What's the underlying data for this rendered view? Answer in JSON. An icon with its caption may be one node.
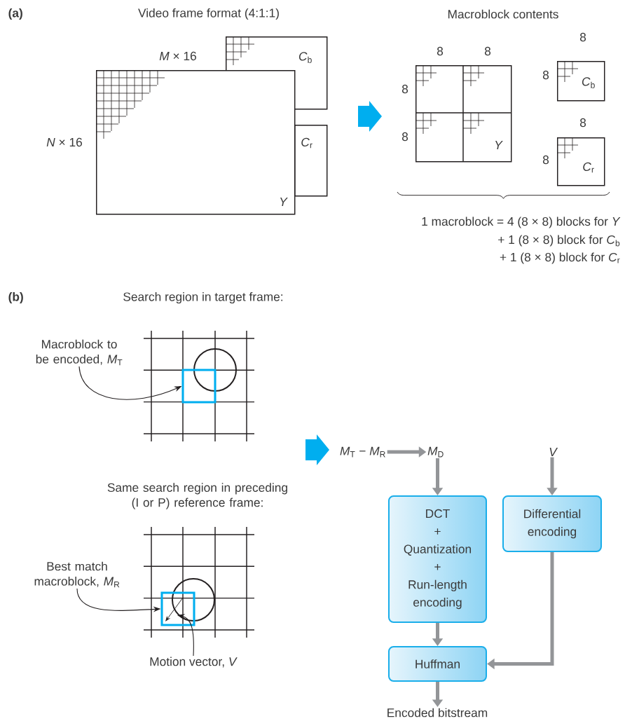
{
  "diagram": {
    "nodes": [
      {
        "text": [
          "Y"
        ]
      },
      {
        "text": [
          "*C*$_{b}$"
        ]
      },
      {
        "text": [
          "*C*$_{r}$"
        ]
      },
      {
        "text": [
          "Y"
        ]
      },
      {
        "text": [
          "*C*$_{b}$"
        ]
      },
      {
        "text": [
          "*C*$_{r}$"
        ]
      },
      {
        "text": [
          "Macroblock to be encoded, *M*$_{T}$"
        ]
      },
      {
        "text": [],
        "shape": "box"
      },
      {
        "text": [
          "Best match macroblock, *M*$_{R}$"
        ]
      },
      {
        "text": [],
        "shape": "box"
      },
      {
        "text": [
          "Motion vector, *V*"
        ]
      },
      {
        "text": [
          "*M*$_{T}$ − *M*$_{R}$"
        ]
      },
      {
        "text": [
          "*M*$_{D}$"
        ]
      },
      {
        "text": [
          "DCT",
          "+",
          "Quantization",
          "+",
          "Run-length encoding"
        ]
      },
      {
        "text": [
          "V"
        ]
      },
      {
        "text": [
          "Differential encoding"
        ]
      },
      {
        "text": [
          "Huffman"
        ]
      },
      {
        "text": [
          "Encoded bitstream"
        ]
      }
    ],
    "edges": [
      {
        "from": 6,
        "to": 7,
        "arrow": "to",
        "color": "#231f20"
      },
      {
        "from": 8,
        "to": 9,
        "arrow": "to",
        "color": "#231f20"
      },
      {
        "from": 10,
        "to": 9,
        "arrow": "to",
        "color": "#231f20"
      },
      {
        "from": 11,
        "to": 12,
        "arrow": "to",
        "color": "#939598"
      },
      {
        "from": 12,
        "to": 13,
        "arrow": "to",
        "color": "#939598"
      },
      {
        "from": 14,
        "to": 15,
        "arrow": "to",
        "color": "#939598"
      },
      {
        "from": 13,
        "to": 16,
        "arrow": "to",
        "color": "#939598"
      },
      {
        "from": 15,
        "to": 16,
        "arrow": "to",
        "color": "#939598"
      },
      {
        "from": 16,
        "to": 17,
        "arrow": "to",
        "color": "#939598"
      }
    ],
    "labels": [
      "(a)",
      "Video frame format (4:1:1)",
      "Macroblock contents",
      "*M* × 16",
      "*N* × 16",
      "8",
      "8",
      "8",
      "8",
      "8",
      "8",
      "8",
      "8",
      "1 macroblock = 4 (8 × 8) blocks for *Y*",
      "+ 1 (8 × 8) block for *C*$_{b}$",
      "+ 1 (8 × 8) block for *C*$_{r}$",
      "(b)",
      "Search region in target frame:",
      "Same search region in preceding (I or P) reference frame:"
    ]
  }
}
